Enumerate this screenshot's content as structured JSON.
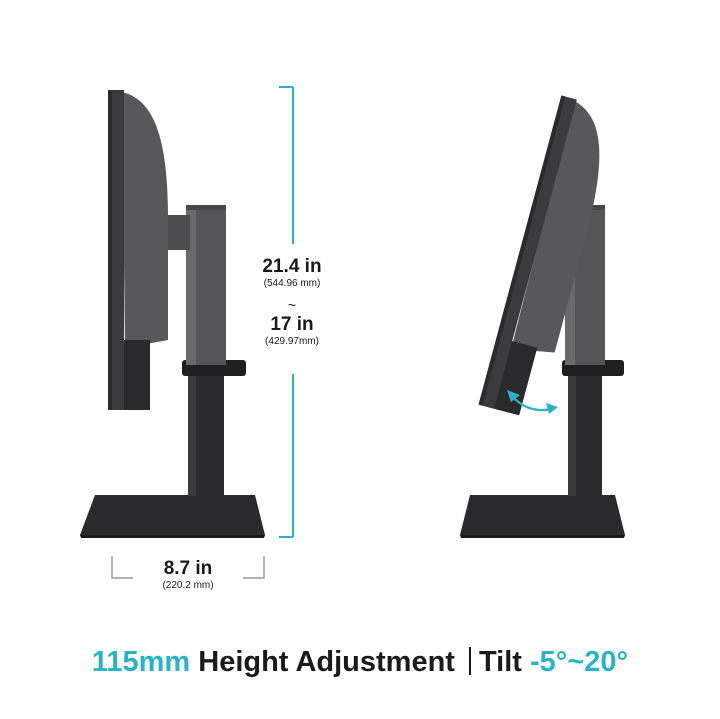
{
  "colors": {
    "accent": "#27b4c8",
    "text": "#1a1a1a",
    "monitor": "#5a5a5c",
    "stand": "#2b2b2d"
  },
  "height_dimension": {
    "max_in": "21.4 in",
    "max_mm": "(544.96 mm)",
    "separator": "~",
    "min_in": "17 in",
    "min_mm": "(429.97mm)"
  },
  "base_dimension": {
    "in": "8.7 in",
    "mm": "(220.2 mm)"
  },
  "caption": {
    "height_value": "115mm",
    "height_label": " Height Adjustment",
    "tilt_label": "Tilt ",
    "tilt_value": "-5°~20°"
  },
  "icons": {
    "tilt_indicator": "curved-double-arrow-icon"
  }
}
